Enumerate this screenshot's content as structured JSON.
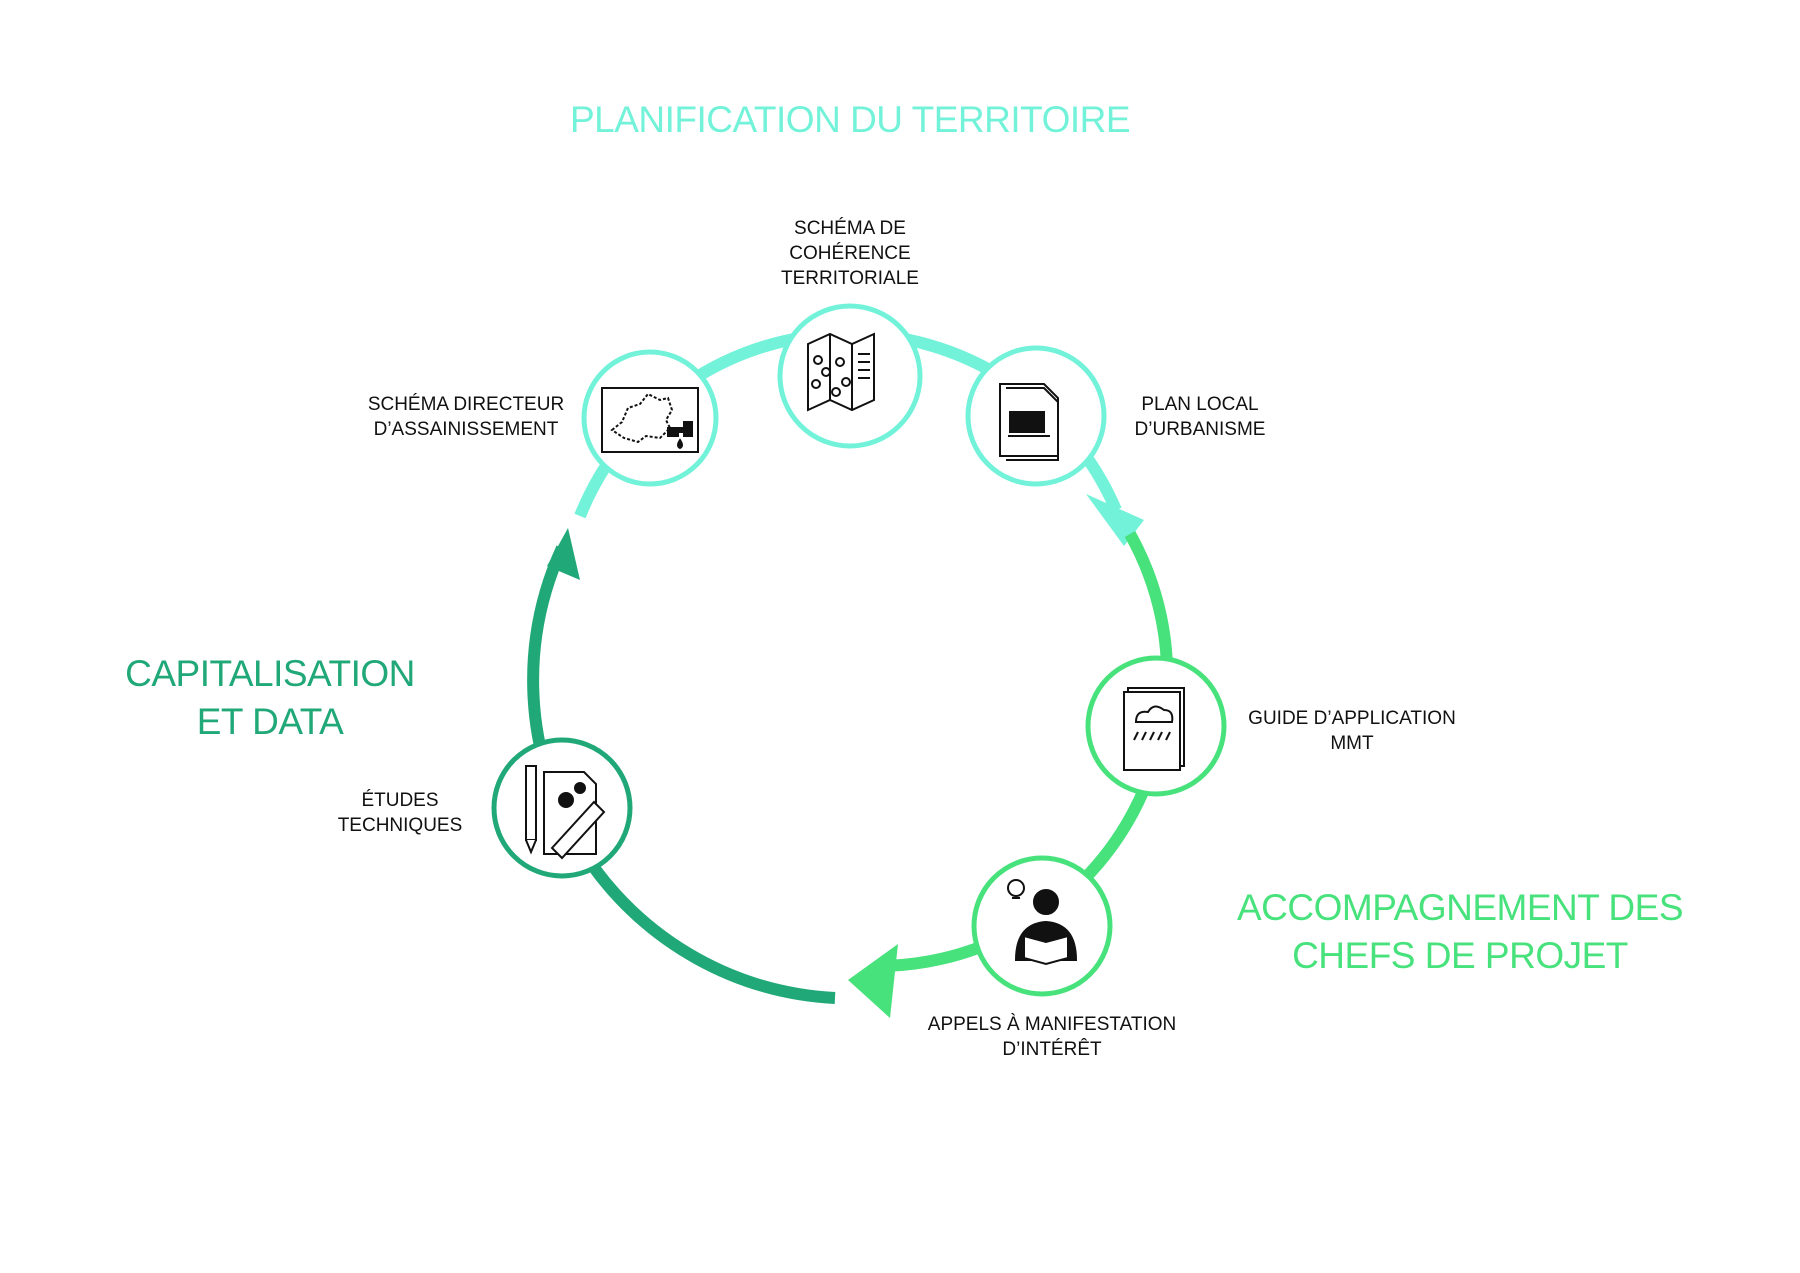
{
  "phases": {
    "planification": {
      "title": "PLANIFICATION DU TERRITOIRE",
      "color": "#72f2d9"
    },
    "capitalisation": {
      "title": "CAPITALISATION\nET DATA",
      "color": "#20a878"
    },
    "accompagnement": {
      "title": "ACCOMPAGNEMENT DES\nCHEFS DE PROJET",
      "color": "#47e27c"
    }
  },
  "nodes": [
    {
      "id": "schema-directeur",
      "label": "SCHÉMA DIRECTEUR\nD’ASSAINISSEMENT",
      "icon": "map-faucet-icon",
      "color": "#72f2d9"
    },
    {
      "id": "scot",
      "label": "SCHÉMA DE\nCOHÉRENCE\nTERRITORIALE",
      "icon": "folded-map-icon",
      "color": "#72f2d9"
    },
    {
      "id": "plu",
      "label": "PLAN LOCAL\nD’URBANISME",
      "icon": "urban-document-icon",
      "color": "#72f2d9"
    },
    {
      "id": "guide",
      "label": "GUIDE D’APPLICATION\nMMT",
      "icon": "rain-guide-icon",
      "color": "#47e27c"
    },
    {
      "id": "ami",
      "label": "APPELS À MANIFESTATION\nD’INTÉRÊT",
      "icon": "reader-idea-icon",
      "color": "#47e27c"
    },
    {
      "id": "etudes",
      "label": "ÉTUDES\nTECHNIQUES",
      "icon": "technical-study-icon",
      "color": "#20a878"
    }
  ]
}
